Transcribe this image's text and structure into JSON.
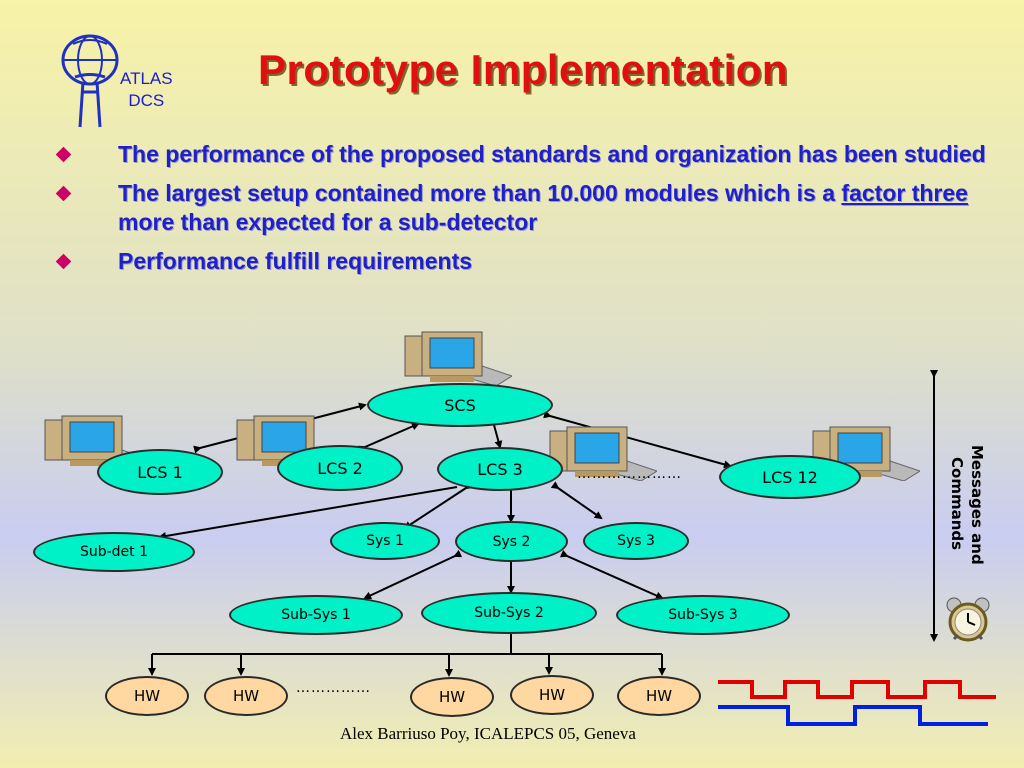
{
  "header": {
    "logo_text_line1": "ATLAS",
    "logo_text_line2": "DCS",
    "title": "Prototype Implementation"
  },
  "bullets": [
    {
      "text": "The performance of the proposed standards and organization has been studied"
    },
    {
      "text_before": "The largest setup contained more than 10.000 modules which is a ",
      "text_underlined": "factor three",
      "text_after": " more than expected for a sub-detector"
    },
    {
      "text": "Performance fulfill requirements"
    }
  ],
  "diagram": {
    "scs": "SCS",
    "lcs": [
      "LCS 1",
      "LCS 2",
      "LCS 3",
      "LCS 12"
    ],
    "lcs_dots": "…………………",
    "subdet": "Sub-det 1",
    "sys": [
      "Sys 1",
      "Sys 2",
      "Sys 3"
    ],
    "subsys": [
      "Sub-Sys 1",
      "Sub-Sys 2",
      "Sub-Sys 3"
    ],
    "hw": [
      "HW",
      "HW",
      "HW",
      "HW",
      "HW"
    ],
    "hw_dots": "……………",
    "side_label_line1": "Messages and",
    "side_label_line2": "Commands"
  },
  "colors": {
    "title": "#e01010",
    "bullet_text": "#2020c8",
    "node_fill": "#00f0c8",
    "hw_fill": "#ffd7a0",
    "signal_red": "#e00000",
    "signal_blue": "#0020e0"
  },
  "footer": "Alex Barriuso Poy, ICALEPCS 05, Geneva"
}
